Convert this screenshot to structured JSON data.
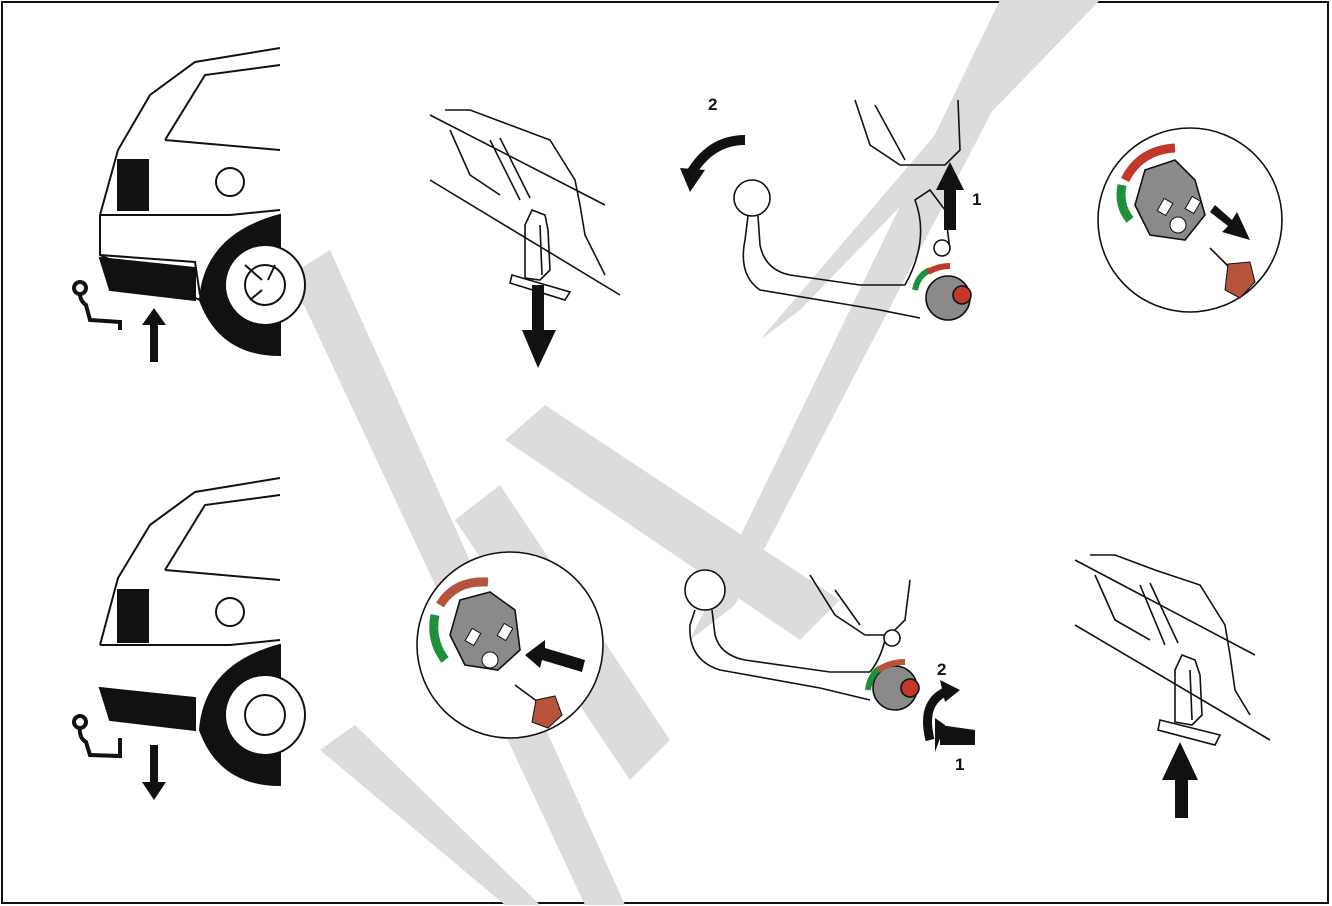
{
  "watermark": {
    "text": "INVALID",
    "color": "#dcdcdc"
  },
  "colors": {
    "outline": "#111111",
    "knob_gray": "#8a8a8a",
    "lock_red": "#c0392b",
    "key_brown": "#b5533b",
    "ring_green": "#1e8f3a",
    "arrow": "#111111"
  },
  "steps": {
    "step_removal": {
      "label_1": "1",
      "label_2": "2"
    },
    "step_attach": {
      "label_1": "1",
      "label_2": "2"
    }
  },
  "icons": [
    "car-rear-icon",
    "arrow-up-icon",
    "arrow-down-icon",
    "socket-icon",
    "towbar-icon",
    "lock-knob-icon",
    "key-icon",
    "rotate-arrow-icon"
  ]
}
